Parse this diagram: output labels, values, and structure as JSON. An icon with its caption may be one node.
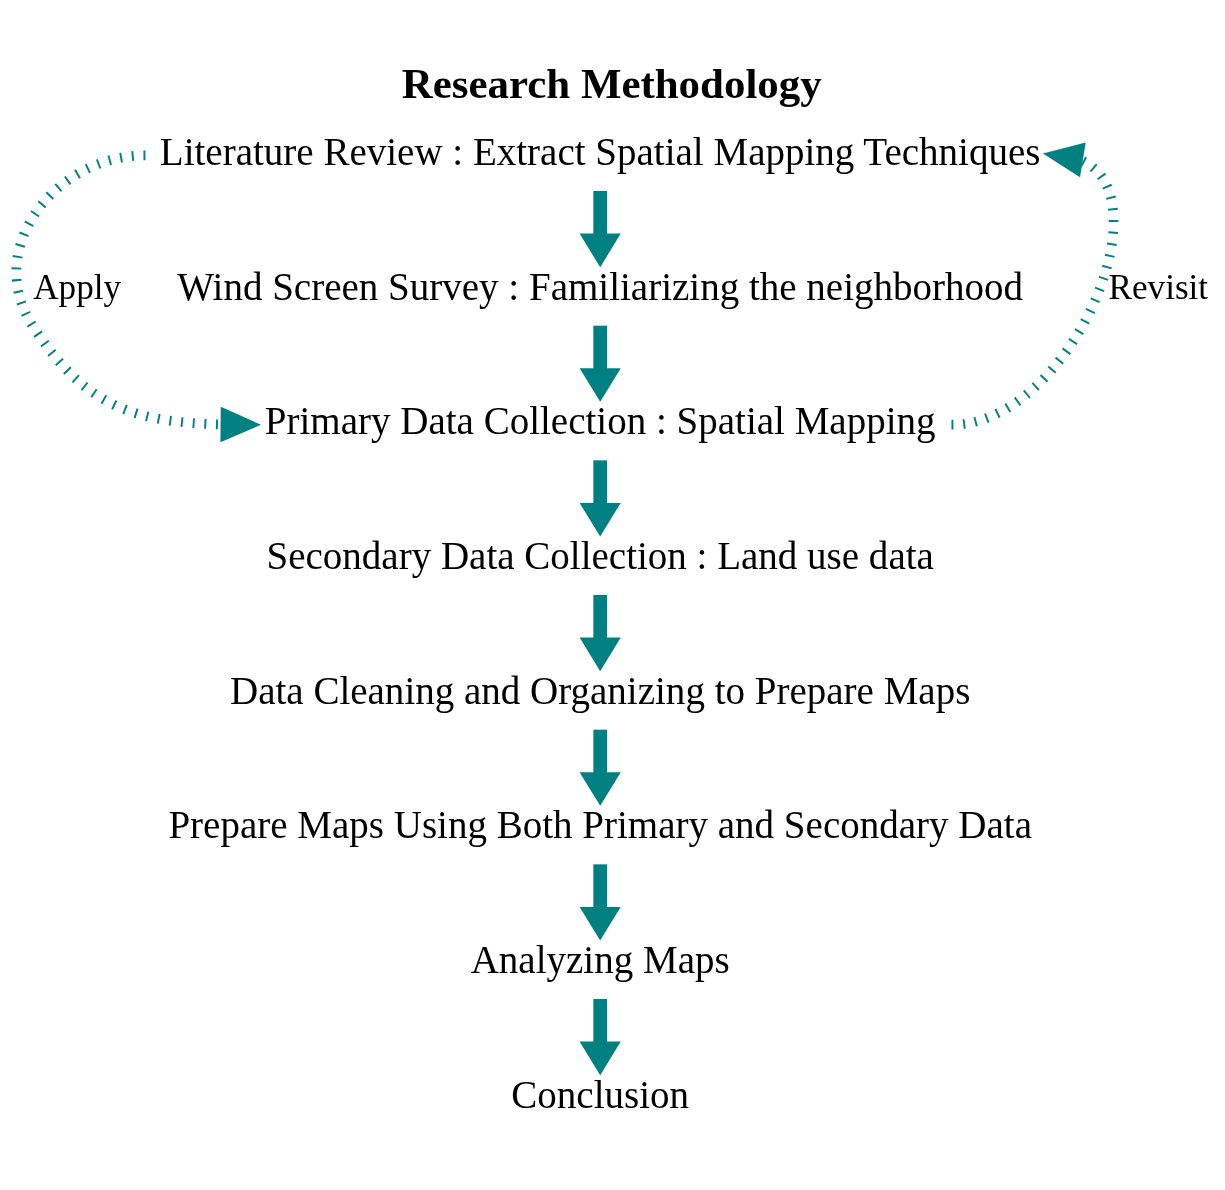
{
  "diagram": {
    "title": "Research Methodology",
    "nodes": [
      {
        "text": [
          "Literature Review : Extract Spatial Mapping Techniques"
        ]
      },
      {
        "text": [
          "Wind Screen Survey : Familiarizing the neighborhood"
        ]
      },
      {
        "text": [
          "Primary Data Collection : Spatial Mapping"
        ]
      },
      {
        "text": [
          "Secondary Data Collection : Land use data"
        ]
      },
      {
        "text": [
          "Data Cleaning and Organizing to Prepare Maps"
        ]
      },
      {
        "text": [
          "Prepare Maps Using Both Primary and Secondary Data"
        ]
      },
      {
        "text": [
          "Analyzing Maps"
        ]
      },
      {
        "text": [
          "Conclusion"
        ]
      }
    ],
    "edges": [
      {
        "from": 0,
        "to": 1,
        "arrow": "to"
      },
      {
        "from": 1,
        "to": 2,
        "arrow": "to"
      },
      {
        "from": 2,
        "to": 3,
        "arrow": "to"
      },
      {
        "from": 3,
        "to": 4,
        "arrow": "to"
      },
      {
        "from": 4,
        "to": 5,
        "arrow": "to"
      },
      {
        "from": 5,
        "to": 6,
        "arrow": "to"
      },
      {
        "from": 6,
        "to": 7,
        "arrow": "to"
      },
      {
        "from": 0,
        "to": 2,
        "arrow": "to",
        "style": "dashed",
        "label": "Apply"
      },
      {
        "from": 2,
        "to": 0,
        "arrow": "to",
        "style": "dashed",
        "label": "Revisit"
      }
    ]
  }
}
